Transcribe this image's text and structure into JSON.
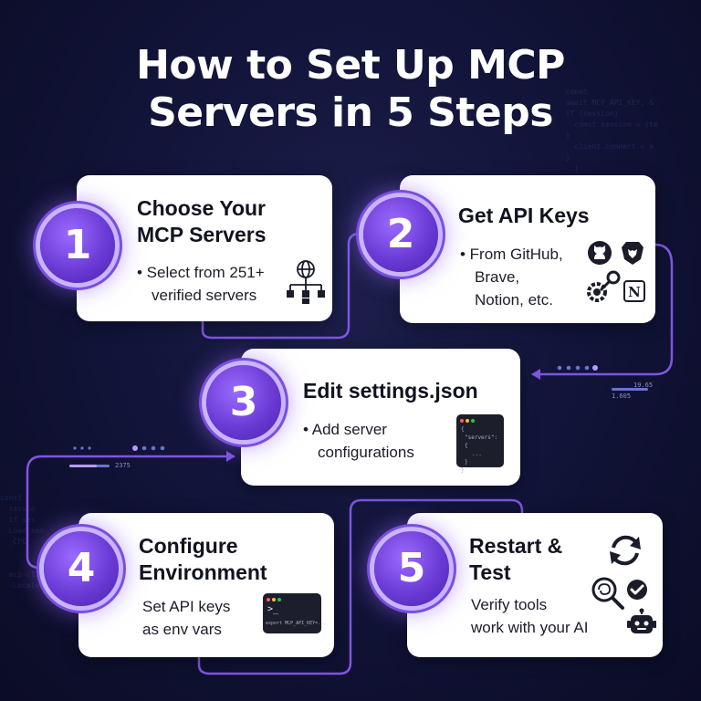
{
  "title": {
    "line1": "How to Set Up MCP",
    "line2": "Servers in 5 Steps"
  },
  "steps": [
    {
      "number": "1",
      "title_line1": "Choose Your",
      "title_line2": "MCP Servers",
      "text_line1": "• Select from 251+",
      "text_line2": "verified servers"
    },
    {
      "number": "2",
      "title_line1": "Get API Keys",
      "text_line1": "• From GitHub,",
      "text_line2": "Brave,",
      "text_line3": "Notion, etc."
    },
    {
      "number": "3",
      "title_line1": "Edit settings.json",
      "text_line1": "• Add server",
      "text_line2": "configurations",
      "code_line1": "{",
      "code_line2": "\"servers\": {",
      "code_line3": "...",
      "code_line4": "}",
      "code_line5": "}"
    },
    {
      "number": "4",
      "title_line1": "Configure",
      "title_line2": "Environment",
      "text_line1": "Set API keys",
      "text_line2": "as env vars",
      "code_prompt": ">_",
      "code_line1": "export MCP_API_KEY=..."
    },
    {
      "number": "5",
      "title_line1": "Restart &",
      "title_line2": "Test",
      "text_line1": "Verify tools",
      "text_line2": "work with your AI"
    }
  ],
  "decor": {
    "tick_a": "19.65",
    "tick_b": "1.605",
    "tick_c": "2375"
  },
  "colors": {
    "accent": "#7b4de6",
    "connector": "#7f56e0",
    "card": "#ffffff"
  },
  "icons": [
    "globe-network-icon",
    "github-icon",
    "brave-lion-icon",
    "key-gear-icon",
    "notion-icon",
    "terminal-icon",
    "refresh-icon",
    "brain-search-icon",
    "check-icon",
    "robot-icon"
  ]
}
